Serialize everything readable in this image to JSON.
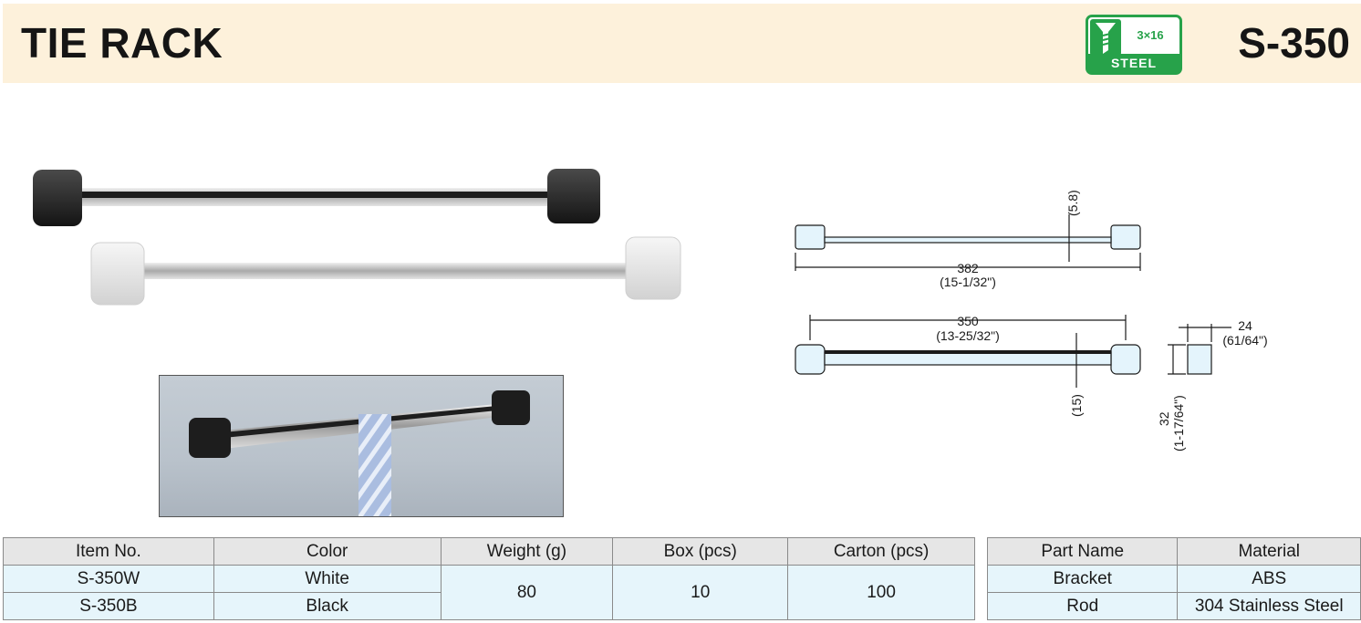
{
  "header": {
    "title": "TIE RACK",
    "model": "S-350",
    "badge": {
      "screw_size": "3×16",
      "material": "STEEL"
    }
  },
  "drawing": {
    "dims": {
      "overall": "382",
      "overall_in": "(15-1/32\")",
      "pitch": "350",
      "pitch_in": "(13-25/32\")",
      "rod_thin": "(5.8)",
      "rod": "(15)",
      "depth": "24",
      "depth_in": "(61/64\")",
      "height": "32",
      "height_in": "(1-17/64\")"
    }
  },
  "spec_table": {
    "headers": [
      "Item No.",
      "Color",
      "Weight (g)",
      "Box (pcs)",
      "Carton (pcs)"
    ],
    "rows": [
      {
        "item": "S-350W",
        "color": "White"
      },
      {
        "item": "S-350B",
        "color": "Black"
      }
    ],
    "weight": "80",
    "box": "10",
    "carton": "100"
  },
  "material_table": {
    "headers": [
      "Part Name",
      "Material"
    ],
    "rows": [
      {
        "part": "Bracket",
        "material": "ABS"
      },
      {
        "part": "Rod",
        "material": "304 Stainless Steel"
      }
    ]
  },
  "colors": {
    "header_bg": "#fdf1db",
    "badge_green": "#27a24a",
    "cell_bg": "#e6f5fb",
    "head_bg": "#e6e6e6"
  }
}
